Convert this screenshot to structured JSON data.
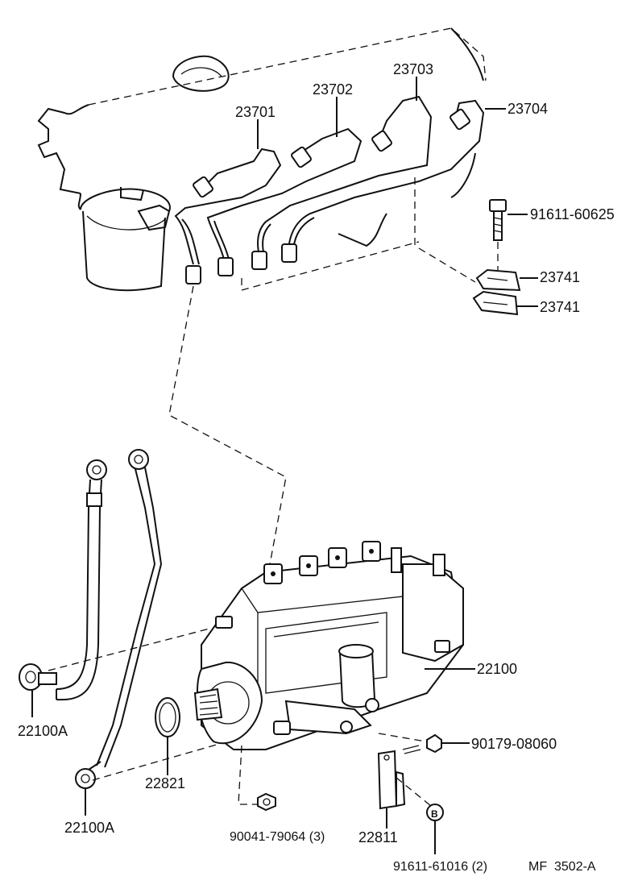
{
  "parts": {
    "p23701": "23701",
    "p23702": "23702",
    "p23703": "23703",
    "p23704": "23704",
    "p91611_60625": "91611-60625",
    "p23741_a": "23741",
    "p23741_b": "23741",
    "p22100": "22100",
    "p22100A_a": "22100A",
    "p22100A_b": "22100A",
    "p22821": "22821",
    "p90179_08060": "90179-08060",
    "p90041_79064": "90041-79064 (3)",
    "p22811": "22811",
    "p91611_61016": "91611-61016 (2)",
    "refB": "B"
  },
  "footer": {
    "code": "MF  3502-A"
  }
}
